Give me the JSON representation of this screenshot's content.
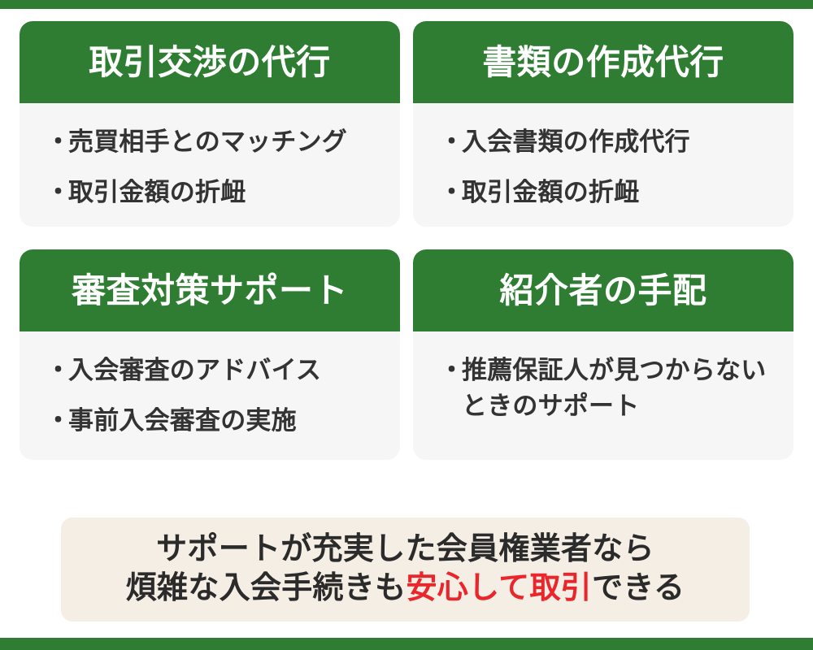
{
  "theme": {
    "accent_green": "#2e7d32",
    "card_body_bg": "#f5f6f5",
    "banner_bg": "#f4eee4",
    "text_dark": "#333333",
    "highlight_red": "#e8262c"
  },
  "bullet_glyph": "・",
  "cards": [
    {
      "title": "取引交渉の代行",
      "items": [
        "売買相手とのマッチング",
        "取引金額の折衄"
      ]
    },
    {
      "title": "書類の作成代行",
      "items": [
        "入会書類の作成代行",
        "取引金額の折衄"
      ]
    },
    {
      "title": "審査対策サポート",
      "items": [
        "入会審査のアドバイス",
        "事前入会審査の実施"
      ]
    },
    {
      "title": "紹介者の手配",
      "items": [
        "推薦保証人が見つからないときのサポート"
      ]
    }
  ],
  "banner": {
    "line1": "サポートが充実した会員権業者なら",
    "line2_pre": "煩雑な入会手続きも",
    "line2_highlight": "安心して取引",
    "line2_post": "できる"
  }
}
